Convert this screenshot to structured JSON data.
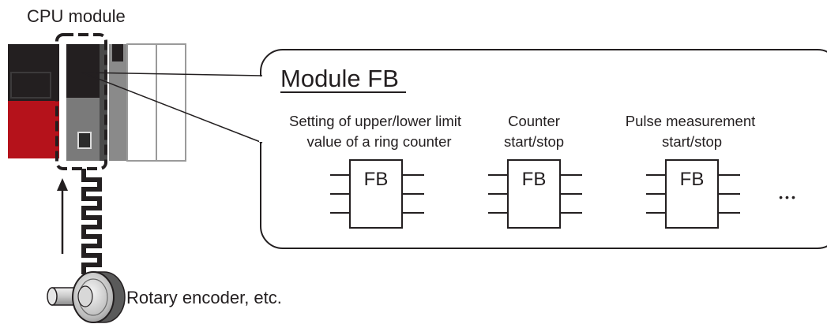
{
  "labels": {
    "cpu_module": "CPU module",
    "module_fb_title": "Module FB",
    "rotary_encoder": "Rotary encoder, etc.",
    "ellipsis": "•••"
  },
  "function_blocks": [
    {
      "caption_lines": [
        "Setting of upper/lower limit",
        "value of a ring counter"
      ],
      "block_label": "FB"
    },
    {
      "caption_lines": [
        "Counter",
        "start/stop"
      ],
      "block_label": "FB"
    },
    {
      "caption_lines": [
        "Pulse measurement",
        "start/stop"
      ],
      "block_label": "FB"
    }
  ],
  "colors": {
    "module_red": "#b5121b",
    "module_dark": "#231f20",
    "module_gray": "#7a7a7a",
    "slot_border": "#9a9a9a",
    "line": "#231f20"
  },
  "icons": [
    "plc-rack-icon",
    "pulse-signal-icon",
    "rotary-encoder-icon",
    "arrow-up-icon"
  ]
}
